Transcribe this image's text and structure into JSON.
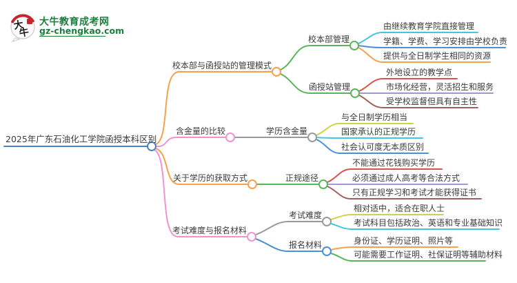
{
  "logo": {
    "site_name": "大牛教育成考网",
    "site_url": "gz-chengkao.com",
    "icon_char_top": "大",
    "icon_char_bottom": "牛",
    "brand_green": "#1f7d3d",
    "seal_red": "#c4242b"
  },
  "mindmap": {
    "central": {
      "label": "2025年广东石油化工学院函授本科区别",
      "color": "#4484c6"
    },
    "branches": [
      {
        "label": "校本部与函授站的管理模式",
        "color": "#f5a14b",
        "children": [
          {
            "label": "校本部管理",
            "color": "#5ab55a",
            "leaves": [
              {
                "text": "由继续教育学院直接管理",
                "color": "#44c5e1"
              },
              {
                "text": "学籍、学费、学习安排由学校负责",
                "color": "#4a8fd9"
              },
              {
                "text": "提供与全日制学生相同的资源",
                "color": "#f5a14b"
              }
            ]
          },
          {
            "label": "函授站管理",
            "color": "#5ab55a",
            "leaves": [
              {
                "text": "外地设立的教学点",
                "color": "#dc5247"
              },
              {
                "text": "市场化经营，灵活招生和服务",
                "color": "#a893d9"
              },
              {
                "text": "受学校监督但具有自主性",
                "color": "#a05f5f"
              }
            ]
          }
        ]
      },
      {
        "label": "含金量的比较",
        "color": "#ee92d4",
        "children": [
          {
            "label": "学历含金量",
            "color": "#9a9a9a",
            "leaves": [
              {
                "text": "与全日制学历相当",
                "color": "#cdd24b"
              },
              {
                "text": "国家承认的正规学历",
                "color": "#44c5e1"
              },
              {
                "text": "社会认可度无本质区别",
                "color": "#4a8fd9"
              }
            ]
          }
        ]
      },
      {
        "label": "关于学历的获取方式",
        "color": "#f5a14b",
        "children": [
          {
            "label": "正规途径",
            "color": "#5ab55a",
            "leaves": [
              {
                "text": "不能通过花钱购买学历",
                "color": "#dc5247"
              },
              {
                "text": "必须通过成人高考等合法方式",
                "color": "#a893d9"
              },
              {
                "text": "只有正规学习和考试才能获得证书",
                "color": "#a05f5f"
              }
            ]
          }
        ]
      },
      {
        "label": "考试难度与报名材料",
        "color": "#ee92d4",
        "children": [
          {
            "label": "考试难度",
            "color": "#9a9a9a",
            "leaves": [
              {
                "text": "相对适中，适合在职人士",
                "color": "#cdd24b"
              },
              {
                "text": "考试科目包括政治、英语和专业基础知识",
                "color": "#44c5e1"
              }
            ]
          },
          {
            "label": "报名材料",
            "color": "#4a8fd9",
            "leaves": [
              {
                "text": "身份证、学历证明、照片等",
                "color": "#f5a14b"
              },
              {
                "text": "可能需要工作证明、社保证明等辅助材料",
                "color": "#5ab55a"
              }
            ]
          }
        ]
      }
    ]
  }
}
